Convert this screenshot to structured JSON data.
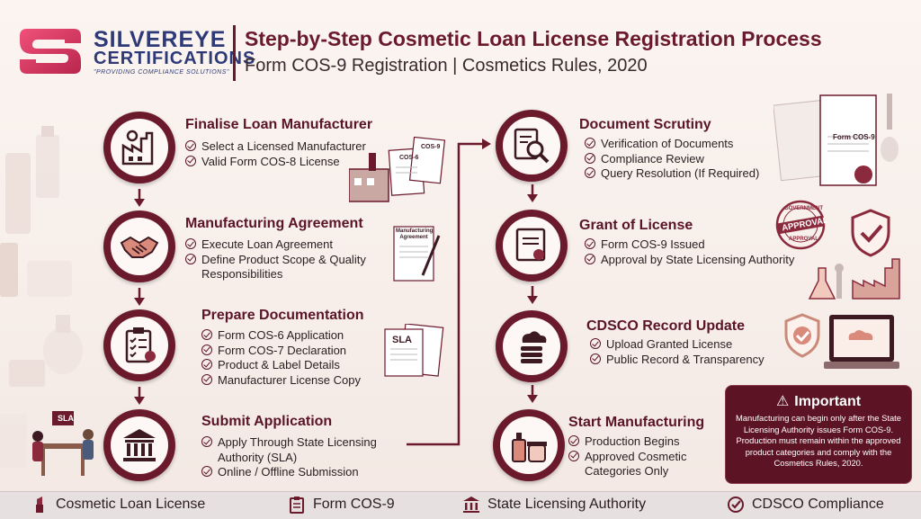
{
  "brand": {
    "name": "SILVEREYE",
    "sub": "CERTIFICATIONS",
    "tagline": "\"PROVIDING COMPLIANCE SOLUTIONS\""
  },
  "header": {
    "title": "Step-by-Step Cosmetic Loan License Registration Process",
    "subtitle": "Form COS-9 Registration | Cosmetics Rules, 2020"
  },
  "steps": [
    {
      "title": "Finalise Loan Manufacturer",
      "icon": "factory-icon",
      "bullets": [
        "Select a Licensed Manufacturer",
        "Valid Form COS-8 License"
      ]
    },
    {
      "title": "Manufacturing Agreement",
      "icon": "handshake-icon",
      "bullets": [
        "Execute Loan Agreement",
        "Define Product Scope & Quality",
        "Responsibilities"
      ]
    },
    {
      "title": "Prepare Documentation",
      "icon": "checklist-icon",
      "bullets": [
        "Form COS-6 Application",
        "Form COS-7 Declaration",
        "Product & Label Details",
        "Manufacturer License Copy"
      ]
    },
    {
      "title": "Submit Application",
      "icon": "government-building-icon",
      "bullets": [
        "Apply Through State Licensing",
        "Authority (SLA)",
        "Online / Offline Submission"
      ]
    },
    {
      "title": "Document Scrutiny",
      "icon": "magnifier-document-icon",
      "bullets": [
        "Verification of Documents",
        "Compliance Review",
        "Query Resolution (If Required)"
      ]
    },
    {
      "title": "Grant of License",
      "icon": "certificate-icon",
      "bullets": [
        "Form COS-9 Issued",
        "Approval by State Licensing Authority"
      ]
    },
    {
      "title": "CDSCO Record Update",
      "icon": "cloud-database-icon",
      "bullets": [
        "Upload Granted License",
        "Public Record & Transparency"
      ]
    },
    {
      "title": "Start Manufacturing",
      "icon": "cosmetic-bottles-icon",
      "bullets": [
        "Production Begins",
        "Approved Cosmetic",
        "Categories Only"
      ]
    }
  ],
  "illustrations": {
    "cos9_label": "Form COS-9",
    "cos6_label": "COS-6",
    "cos9_small": "COS-9",
    "agreement_label": "Manufacturing Agreement",
    "sla_doc": "SLA",
    "sla_sign": "SLA",
    "stamp_top": "GOVERNMENT",
    "stamp_main": "APPROVAL",
    "stamp_bottom": "APPROVAL"
  },
  "important": {
    "title": "Important",
    "text": "Manufacturing can begin only after the State Licensing Authority issues Form COS-9. Production must remain within the approved product categories and comply with the Cosmetics Rules, 2020."
  },
  "footer": [
    {
      "label": "Cosmetic Loan License",
      "icon": "lipstick-icon"
    },
    {
      "label": "Form COS-9",
      "icon": "clipboard-icon"
    },
    {
      "label": "State Licensing Authority",
      "icon": "building-icon"
    },
    {
      "label": "CDSCO Compliance",
      "icon": "check-circle-icon"
    }
  ],
  "colors": {
    "primary": "#6b1a2c",
    "brand_blue": "#2e3a78",
    "logo_pink": "#e0456e"
  }
}
